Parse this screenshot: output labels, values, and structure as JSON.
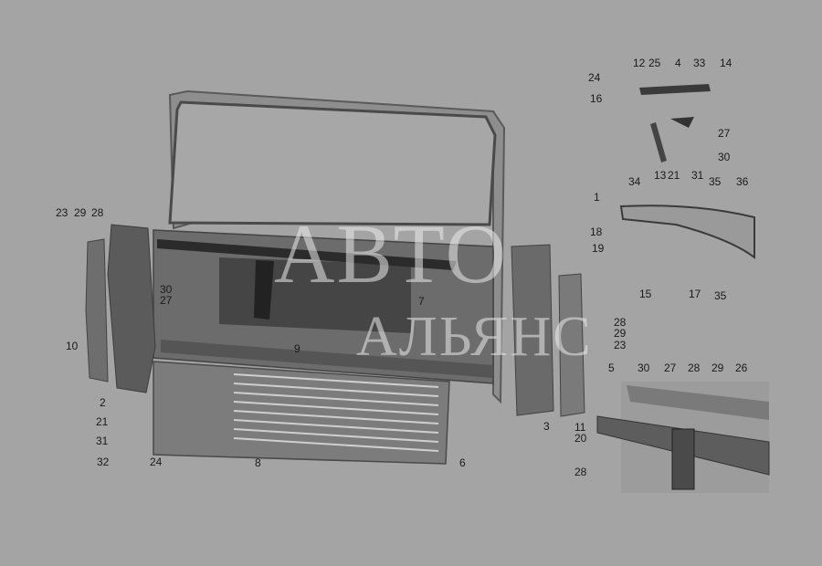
{
  "watermark": {
    "line1": "АВТО",
    "line2": "АЛЬЯНС"
  },
  "callouts": [
    {
      "id": "c-24-top",
      "text": "24"
    },
    {
      "id": "c-12",
      "text": "12"
    },
    {
      "id": "c-25-top",
      "text": "25"
    },
    {
      "id": "c-4",
      "text": "4"
    },
    {
      "id": "c-33",
      "text": "33"
    },
    {
      "id": "c-14",
      "text": "14"
    },
    {
      "id": "c-16",
      "text": "16"
    },
    {
      "id": "c-27-top",
      "text": "27"
    },
    {
      "id": "c-30-top",
      "text": "30"
    },
    {
      "id": "c-13",
      "text": "13"
    },
    {
      "id": "c-21-top",
      "text": "21"
    },
    {
      "id": "c-31-top",
      "text": "31"
    },
    {
      "id": "c-34",
      "text": "34"
    },
    {
      "id": "c-35-top",
      "text": "35"
    },
    {
      "id": "c-36",
      "text": "36"
    },
    {
      "id": "c-1",
      "text": "1"
    },
    {
      "id": "c-18",
      "text": "18"
    },
    {
      "id": "c-19",
      "text": "19"
    },
    {
      "id": "c-15",
      "text": "15"
    },
    {
      "id": "c-17",
      "text": "17"
    },
    {
      "id": "c-35-mid",
      "text": "35"
    },
    {
      "id": "c-23-left",
      "text": "23"
    },
    {
      "id": "c-29-left",
      "text": "29"
    },
    {
      "id": "c-28-left",
      "text": "28"
    },
    {
      "id": "c-30-left",
      "text": "30"
    },
    {
      "id": "c-27-left",
      "text": "27"
    },
    {
      "id": "c-7",
      "text": "7"
    },
    {
      "id": "c-10",
      "text": "10"
    },
    {
      "id": "c-9",
      "text": "9"
    },
    {
      "id": "c-28-mid",
      "text": "28"
    },
    {
      "id": "c-29-mid",
      "text": "29"
    },
    {
      "id": "c-23-mid",
      "text": "23"
    },
    {
      "id": "c-5",
      "text": "5"
    },
    {
      "id": "c-30-bot",
      "text": "30"
    },
    {
      "id": "c-27-bot",
      "text": "27"
    },
    {
      "id": "c-28-bot",
      "text": "28"
    },
    {
      "id": "c-29-bot",
      "text": "29"
    },
    {
      "id": "c-26",
      "text": "26"
    },
    {
      "id": "c-2",
      "text": "2"
    },
    {
      "id": "c-21-left",
      "text": "21"
    },
    {
      "id": "c-31-left",
      "text": "31"
    },
    {
      "id": "c-32",
      "text": "32"
    },
    {
      "id": "c-24-bot",
      "text": "24"
    },
    {
      "id": "c-8",
      "text": "8"
    },
    {
      "id": "c-6",
      "text": "6"
    },
    {
      "id": "c-3",
      "text": "3"
    },
    {
      "id": "c-11",
      "text": "11"
    },
    {
      "id": "c-20",
      "text": "20"
    },
    {
      "id": "c-28-last",
      "text": "28"
    }
  ]
}
